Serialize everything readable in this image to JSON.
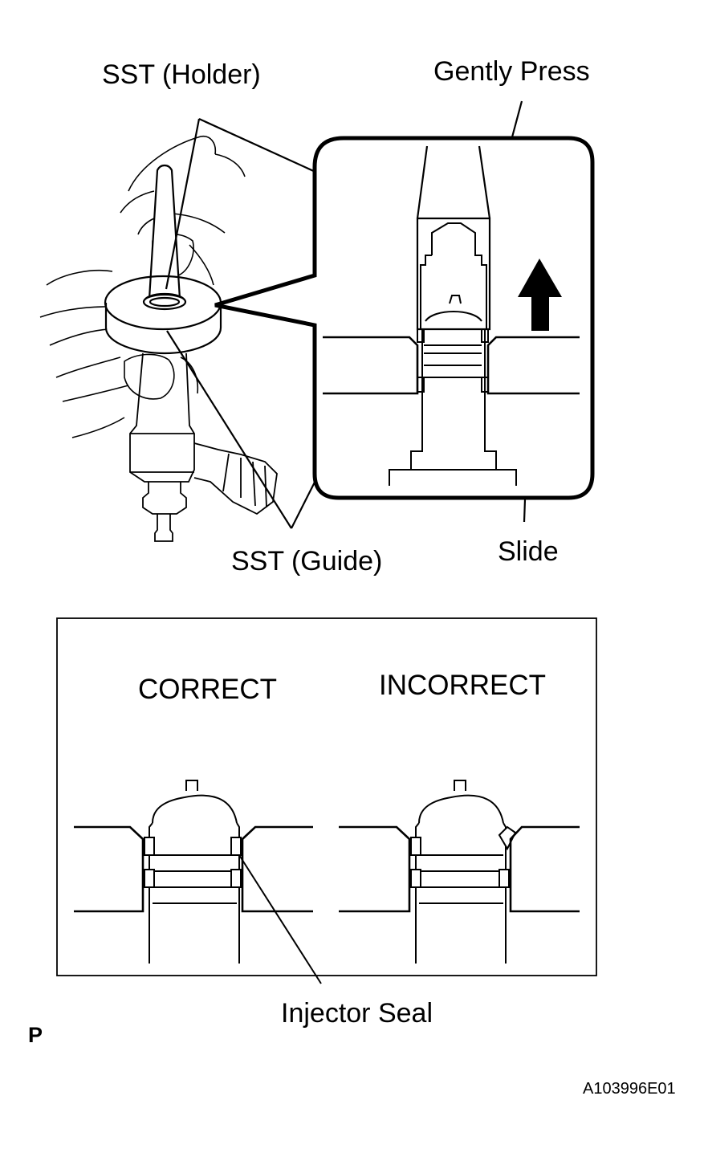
{
  "labels": {
    "sst_holder": "SST (Holder)",
    "gently_press": "Gently Press",
    "sst_guide": "SST (Guide)",
    "slide": "Slide",
    "correct": "CORRECT",
    "incorrect": "INCORRECT",
    "injector_seal": "Injector Seal",
    "page_letter": "P",
    "figure_id": "A103996E01"
  },
  "icons": {
    "direction": "up-arrow-icon"
  },
  "colors": {
    "line": "#000000",
    "background": "#ffffff"
  }
}
